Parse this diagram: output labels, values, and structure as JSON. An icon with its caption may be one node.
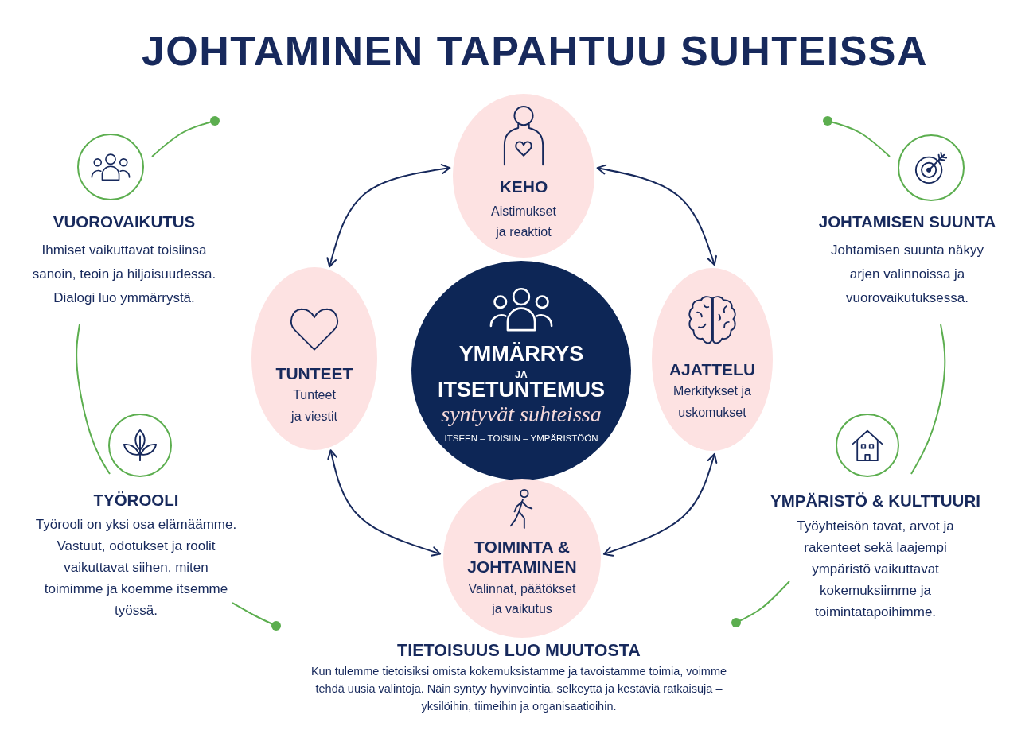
{
  "diagram": {
    "title": "JOHTAMINEN TAPAHTUU SUHTEISSA",
    "nodes": [
      {
        "text": [
          "VUOROVAIKUTUS",
          "Ihmiset vaikuttavat toisiinsa sanoin, teoin ja hiljaisuudessa. Dialogi luo ymmärrystä."
        ]
      },
      {
        "text": [
          "KEHO",
          "Aistimukset ja reaktiot"
        ]
      },
      {
        "text": [
          "JOHTAMISEN SUUNTA",
          "Johtamisen suunta näkyy arjen valinnoissa ja vuorovaikutuksessa."
        ]
      },
      {
        "text": [
          "TUNTEET",
          "Tunteet ja viestit"
        ]
      },
      {
        "text": [
          "YMMÄRRYS",
          "JA",
          "ITSETUNTEMUS",
          "syntyvät suhteissa",
          "ITSEEN – TOISIIN – YMPÄRISTÖÖN"
        ]
      },
      {
        "text": [
          "AJATTELU",
          "Merkitykset ja uskomukset"
        ]
      },
      {
        "text": [
          "TYÖROOLI",
          "Työrooli on yksi osa elämäämme. Vastuut, odotukset ja roolit vaikuttavat siihen, miten toimimme ja koemme itsemme työssä."
        ]
      },
      {
        "text": [
          "TOIMINTA & JOHTAMINEN",
          "Valinnat, päätökset ja vaikutus"
        ]
      },
      {
        "text": [
          "YMPÄRISTÖ & KULTTUURI",
          "Työyhteisön tavat, arvot ja rakenteet sekä laajempi ympäristö vaikuttavat kokemuksiimme ja toimintatapoihimme."
        ]
      }
    ],
    "edges": [
      {
        "from": 1,
        "to": 3,
        "arrow": "both"
      },
      {
        "from": 1,
        "to": 5,
        "arrow": "both"
      },
      {
        "from": 3,
        "to": 7,
        "arrow": "both"
      },
      {
        "from": 5,
        "to": 7,
        "arrow": "both"
      }
    ],
    "labels": [
      "TIETOISUUS LUO MUUTOSTA",
      "Kun tulemme tietoisiksi omista kokemuksistamme ja tavoistamme toimia, voimme tehdä uusia valintoja. Näin syntyy hyvinvointia, selkeyttä ja kestäviä ratkaisuja – yksilöihin, tiimeihin ja organisaatioihin."
    ]
  }
}
